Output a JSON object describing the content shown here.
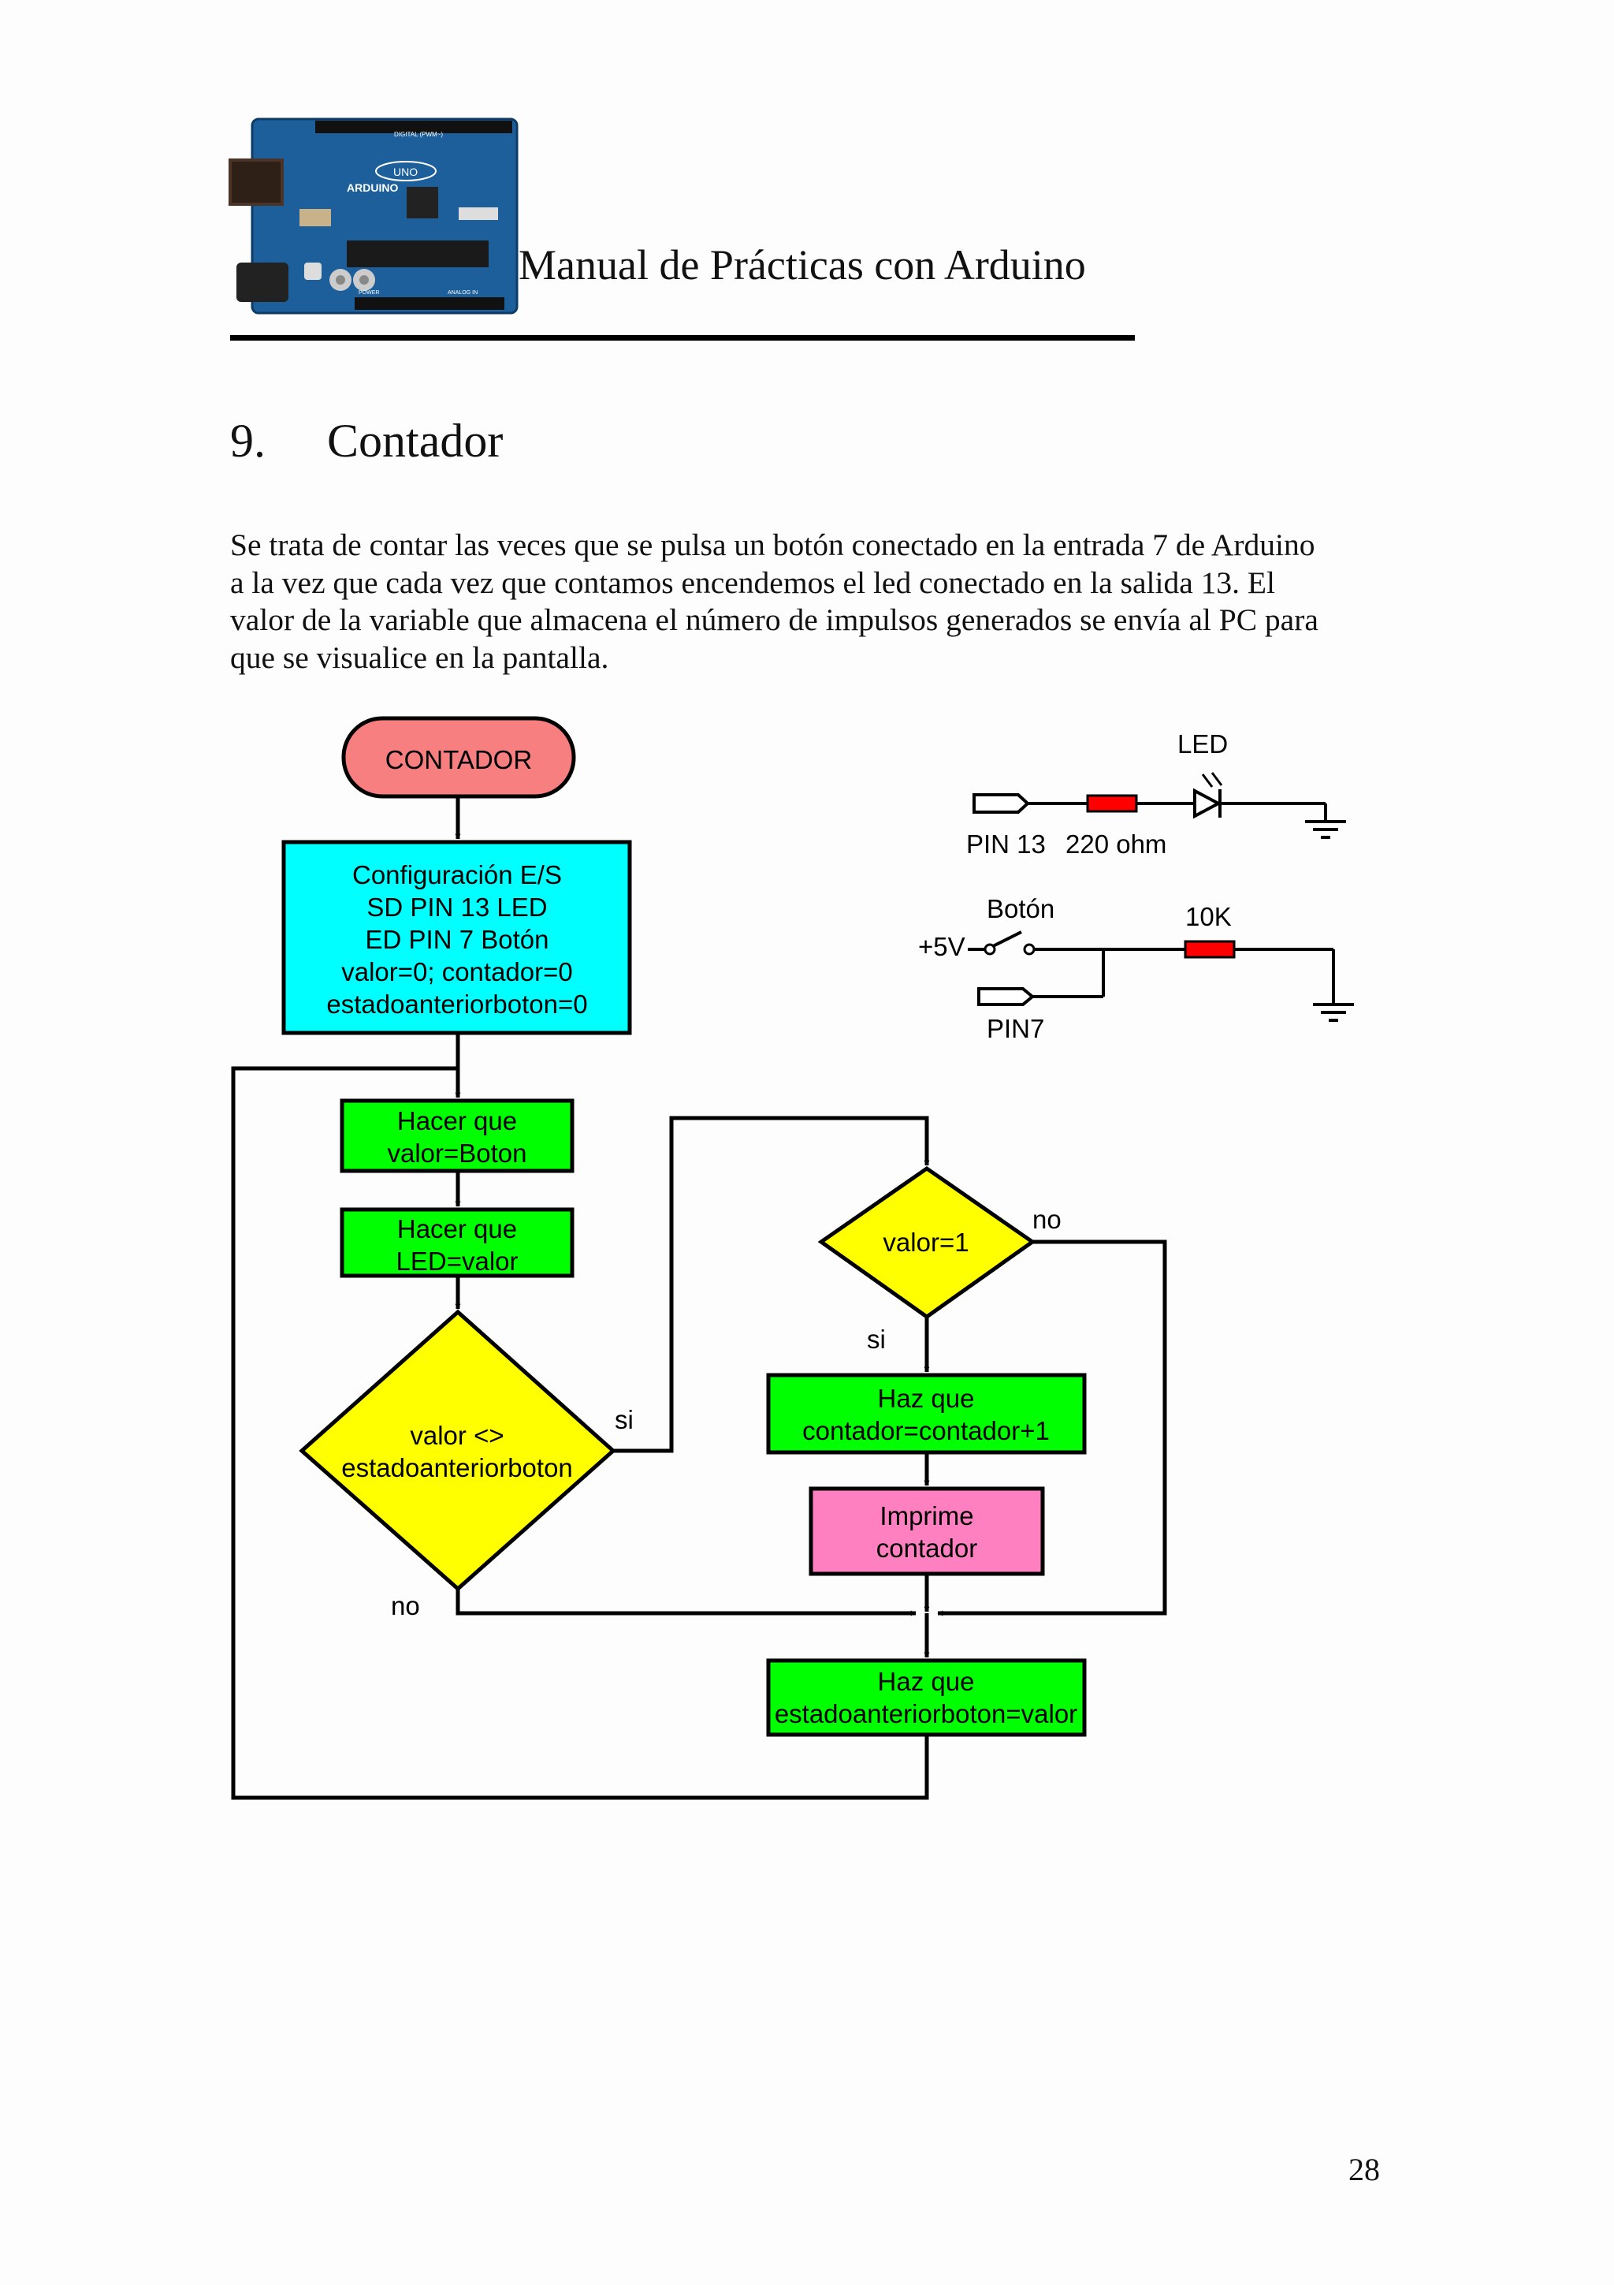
{
  "colors": {
    "terminal": "#f77f7f",
    "config": "#00ffff",
    "process": "#00ff00",
    "decision": "#ffff00",
    "print": "#ff80c0",
    "resistor": "#ff0000"
  },
  "header": {
    "title": "Manual de Prácticas con Arduino",
    "logo_text": {
      "digital": "DIGITAL (PWM~)",
      "brand": "ARDUINO",
      "model": "UNO",
      "power": "POWER",
      "analog": "ANALOG IN"
    }
  },
  "section": {
    "number": "9.",
    "title": "Contador"
  },
  "intro": [
    "Se trata de contar las veces que se pulsa un botón conectado en la entrada 7 de Arduino",
    "a la vez que cada vez que contamos encendemos el led conectado en la salida 13. El",
    "valor de la variable que almacena el número de impulsos generados se envía al PC para",
    "que se visualice en la pantalla."
  ],
  "flowchart": {
    "start": "CONTADOR",
    "config": [
      "Configuración E/S",
      "SD PIN 13 LED",
      "ED PIN 7 Botón",
      "valor=0; contador=0",
      "estadoanteriorboton=0"
    ],
    "read": [
      "Hacer que",
      "valor=Boton"
    ],
    "led": [
      "Hacer que",
      "LED=valor"
    ],
    "cond1": [
      "valor <>",
      "estadoanteriorboton"
    ],
    "cond1_yes": "si",
    "cond1_no": "no",
    "cond2": "valor=1",
    "cond2_yes": "si",
    "cond2_no": "no",
    "increment": [
      "Haz que",
      "contador=contador+1"
    ],
    "print": [
      "Imprime",
      "contador"
    ],
    "update": [
      "Haz que",
      "estadoanteriorboton=valor"
    ]
  },
  "circuit": {
    "led_label": "LED",
    "pin13": "PIN 13",
    "resistor1": "220 ohm",
    "button_label": "Botón",
    "vcc": "+5V",
    "resistor2": "10K",
    "pin7": "PIN7"
  },
  "page_number": "28"
}
